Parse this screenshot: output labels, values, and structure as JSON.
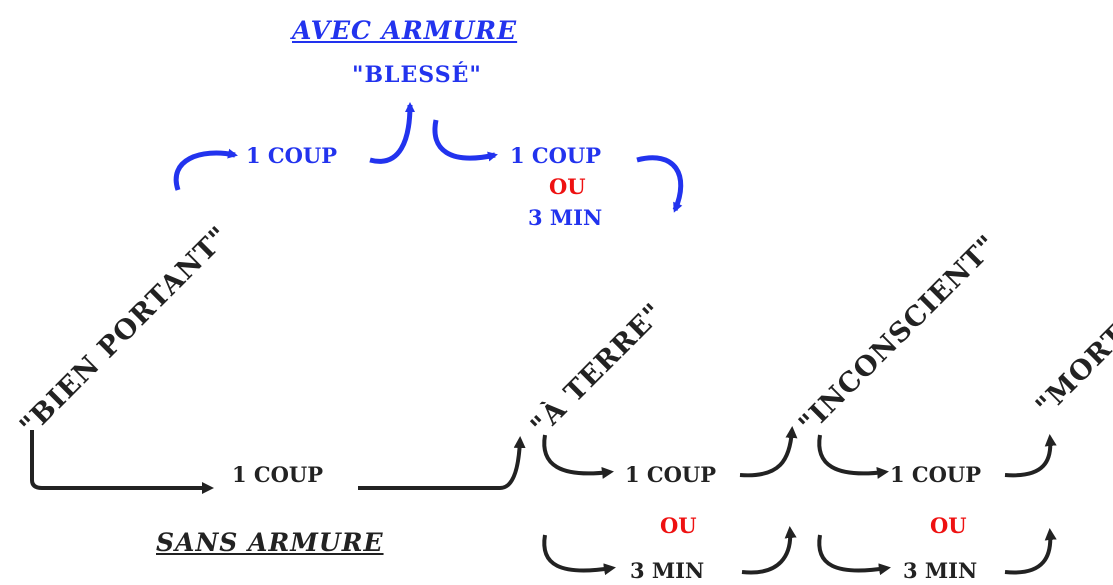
{
  "armor": {
    "title": "AVEC ARMURE",
    "state": "\"BLESSÉ\"",
    "hit1": "1 COUP",
    "hit2": "1 COUP",
    "or": "OU",
    "time": "3 MIN",
    "color": "#2233ee"
  },
  "no_armor": {
    "title": "SANS ARMURE",
    "hit_main": "1 COUP",
    "hit_a": "1 COUP",
    "or_a": "OU",
    "time_a": "3 MIN",
    "hit_b": "1 COUP",
    "or_b": "OU",
    "time_b": "3 MIN"
  },
  "states": {
    "healthy": "\"BIEN PORTANT\"",
    "down": "\"À TERRE\"",
    "unconscious": "\"INCONSCIENT\"",
    "dead": "\"MORT\""
  },
  "colors": {
    "accent": "#2233ee",
    "alternative": "#ee1111",
    "text": "#222222"
  }
}
